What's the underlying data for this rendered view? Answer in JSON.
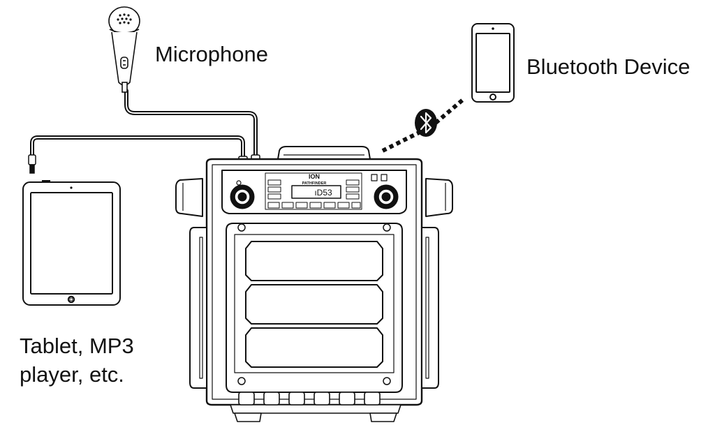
{
  "labels": {
    "microphone": "Microphone",
    "bluetooth_device": "Bluetooth Device",
    "tablet_line1": "Tablet, MP3",
    "tablet_line2": "player, etc."
  },
  "speaker": {
    "brand": "ION",
    "model": "PATHFINDER",
    "display": "ıD53"
  },
  "colors": {
    "line": "#111111",
    "background": "#ffffff"
  },
  "icons": {
    "bluetooth": "bluetooth-icon",
    "microphone": "microphone-icon",
    "phone": "smartphone-icon",
    "tablet": "tablet-icon",
    "speaker": "speaker-icon"
  }
}
